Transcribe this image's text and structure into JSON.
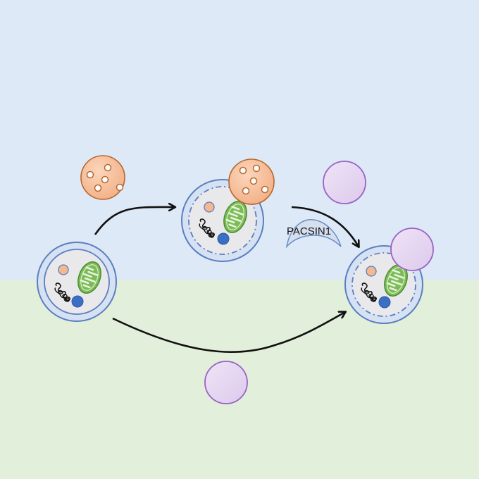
{
  "diagram": {
    "title": "",
    "regions": [
      {
        "id": "upper",
        "color": "#dde9f6"
      },
      {
        "id": "lower",
        "color": "#e2efda"
      }
    ],
    "labels": {
      "pacsin": "PACSIN1"
    },
    "colors": {
      "cell_outer_fill": "#d6e2f3",
      "cell_stroke": "#5a7fbf",
      "cytoplasm_fill": "#e9e9ec",
      "mito_fill": "#7dbb58",
      "mito_stroke": "#4b8f30",
      "orange_vesicle_fill": "#f4b890",
      "orange_vesicle_stroke": "#b8672d",
      "nucleus_blue": "#3a6fc4",
      "purple_fill": "#e2d3ee",
      "purple_stroke": "#9a62c4",
      "pacsin_fill": "#d6dfee",
      "pacsin_stroke": "#6a8cc8",
      "arrow": "#111111"
    },
    "nodes": [
      {
        "id": "cell-initial",
        "type": "cell"
      },
      {
        "id": "cell-ev-bound",
        "type": "cell-with-orange-vesicle"
      },
      {
        "id": "cell-purple-bound",
        "type": "cell-with-purple-vesicle"
      },
      {
        "id": "orange-vesicle-free",
        "type": "orange-vesicle"
      },
      {
        "id": "purple-vesicle-upper",
        "type": "purple-vesicle"
      },
      {
        "id": "purple-vesicle-lower",
        "type": "purple-vesicle"
      },
      {
        "id": "pacsin1-protein",
        "type": "crescent"
      }
    ],
    "edges": [
      {
        "from": "cell-initial",
        "to": "cell-ev-bound",
        "label": ""
      },
      {
        "from": "cell-ev-bound",
        "to": "cell-purple-bound",
        "label": "PACSIN1"
      },
      {
        "from": "cell-initial",
        "to": "cell-purple-bound",
        "label": ""
      }
    ]
  }
}
